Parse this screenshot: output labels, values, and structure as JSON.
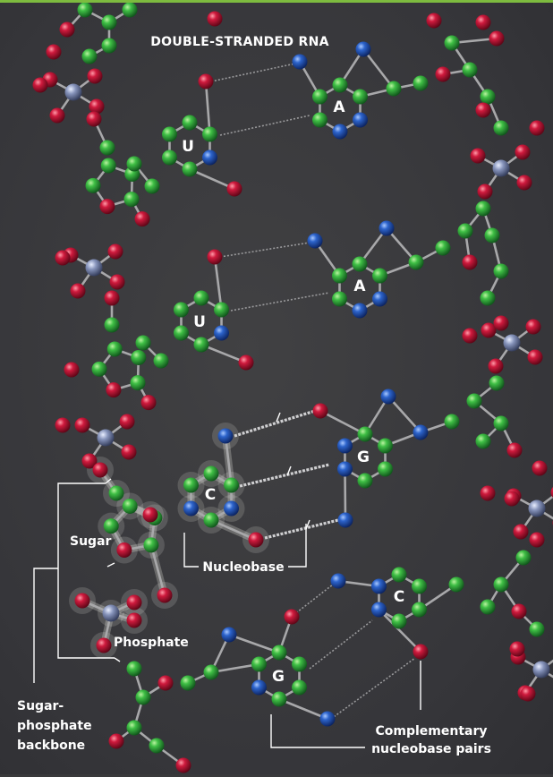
{
  "title": "DOUBLE-STRANDED RNA",
  "nucleobases": {
    "a1": "A",
    "u1": "U",
    "a2": "A",
    "u2": "U",
    "g1": "G",
    "c1": "C",
    "c2": "C",
    "g2": "G"
  },
  "labels": {
    "sugar": "Sugar",
    "phosphate": "Phosphate",
    "nucleobase": "Nucleobase",
    "backbone_line1": "Sugar-",
    "backbone_line2": "phosphate",
    "backbone_line3": "backbone",
    "pairs_line1": "Complementary",
    "pairs_line2": "nucleobase pairs"
  },
  "colors": {
    "background": "#39393b",
    "carbon": "#38b13f",
    "nitrogen": "#2a62c9",
    "oxygen": "#c8163a",
    "phosphorus": "#8391b8",
    "bond": "#a8a8aa",
    "accent": "#7dbb3f"
  }
}
